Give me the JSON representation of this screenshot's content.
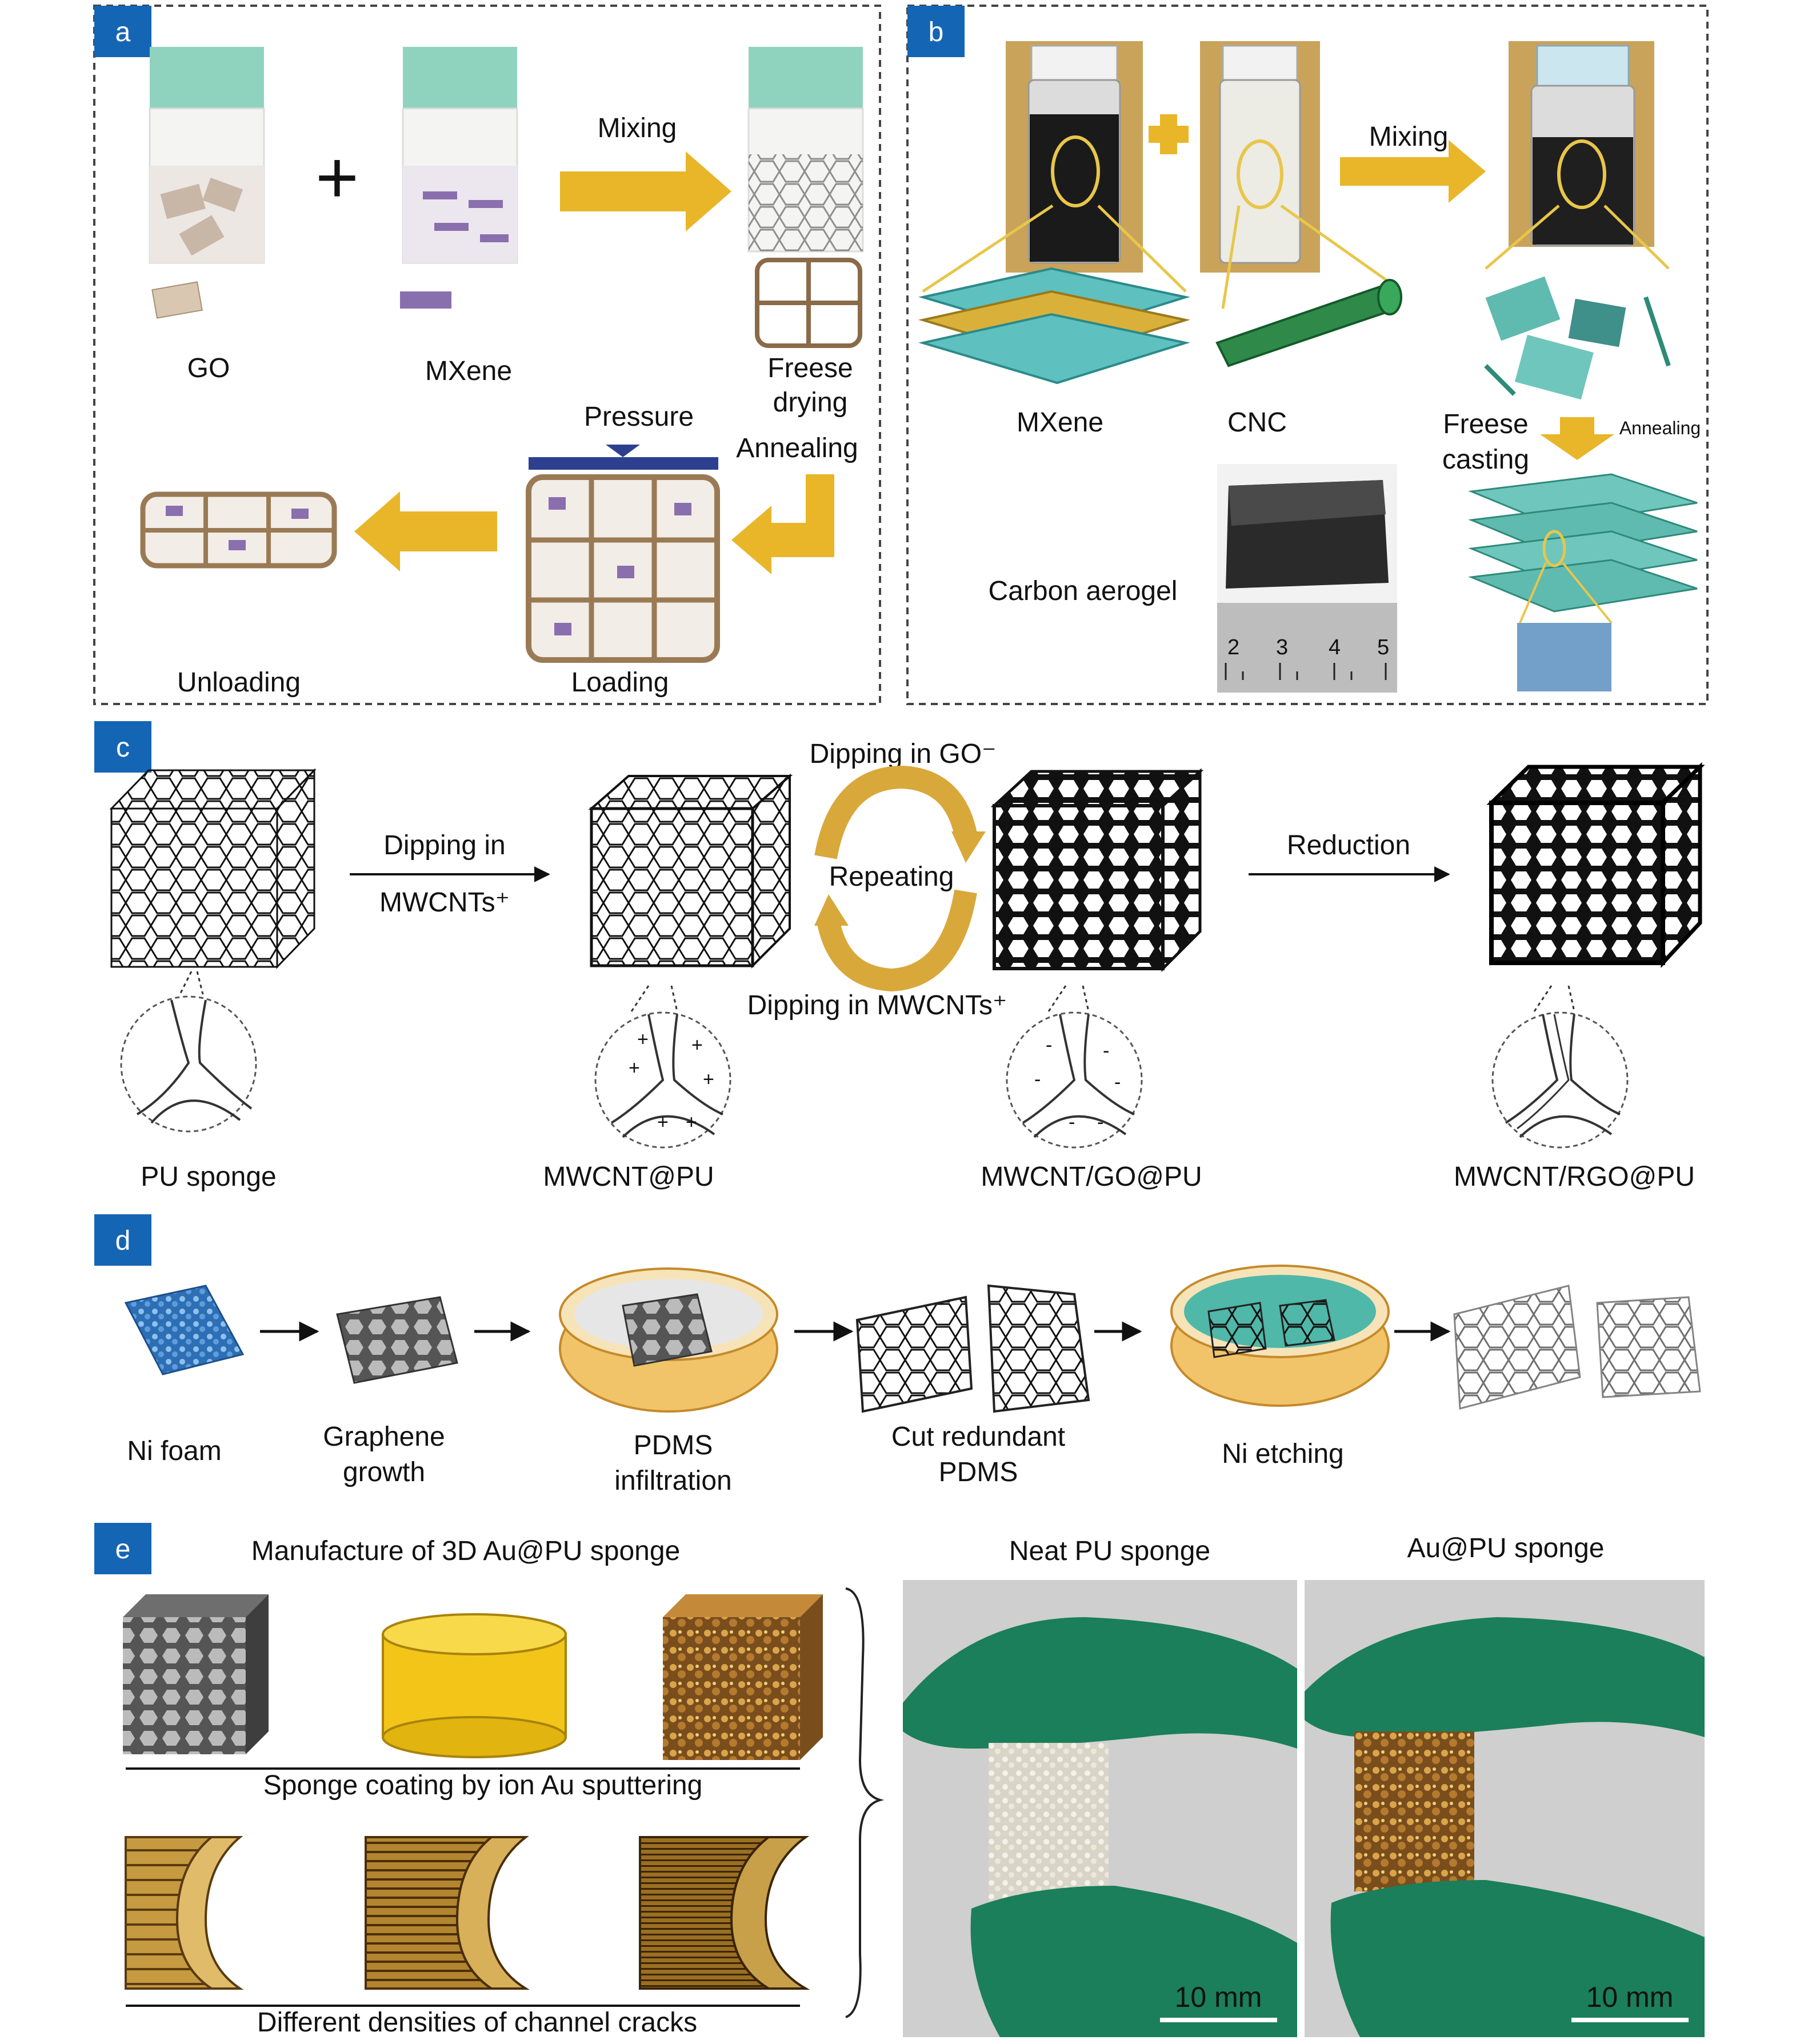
{
  "panels": {
    "a": {
      "tag": "a",
      "go": "GO",
      "mxene": "MXene",
      "mixing": "Mixing",
      "freese_1": "Freese",
      "freese_2": "drying",
      "annealing": "Annealing",
      "pressure": "Pressure",
      "unloading": "Unloading",
      "loading": "Loading"
    },
    "b": {
      "tag": "b",
      "mixing": "Mixing",
      "mxene": "MXene",
      "cnc": "CNC",
      "freese_1": "Freese",
      "freese_2": "casting",
      "annealing": "Annealing",
      "carbon_aerogel": "Carbon aerogel",
      "ruler_ticks": [
        "2",
        "3",
        "4",
        "5"
      ]
    },
    "c": {
      "tag": "c",
      "dipping_in_1": "Dipping in",
      "dipping_in_2": "MWCNTs⁺",
      "dipping_go": "Dipping in GO⁻",
      "repeating": "Repeating",
      "dipping_mwcnts": "Dipping in MWCNTs⁺",
      "reduction": "Reduction",
      "pu_sponge": "PU sponge",
      "mwcnt_pu": "MWCNT@PU",
      "mwcnt_go_pu": "MWCNT/GO@PU",
      "mwcnt_rgo_pu": "MWCNT/RGO@PU"
    },
    "d": {
      "tag": "d",
      "ni_foam": "Ni foam",
      "graphene_1": "Graphene",
      "graphene_2": "growth",
      "pdms_1": "PDMS",
      "pdms_2": "infiltration",
      "cut_1": "Cut redundant",
      "cut_2": "PDMS",
      "ni_etching": "Ni etching"
    },
    "e": {
      "tag": "e",
      "manufacture": "Manufacture of 3D Au@PU sponge",
      "neat_pu": "Neat PU sponge",
      "au_pu": "Au@PU sponge",
      "sputtering": "Sponge coating by ion Au sputtering",
      "densities": "Different densities of channel cracks",
      "scale_1": "10 mm",
      "scale_2": "10 mm"
    }
  },
  "colors": {
    "tag_blue": "#1565b5",
    "arrow_gold": "#e8b628",
    "mxene_teal": "#5fc0c0",
    "cap_green": "#7fcfb8",
    "glove_green": "#1a7f5a",
    "au_gold": "#c89a3a"
  }
}
